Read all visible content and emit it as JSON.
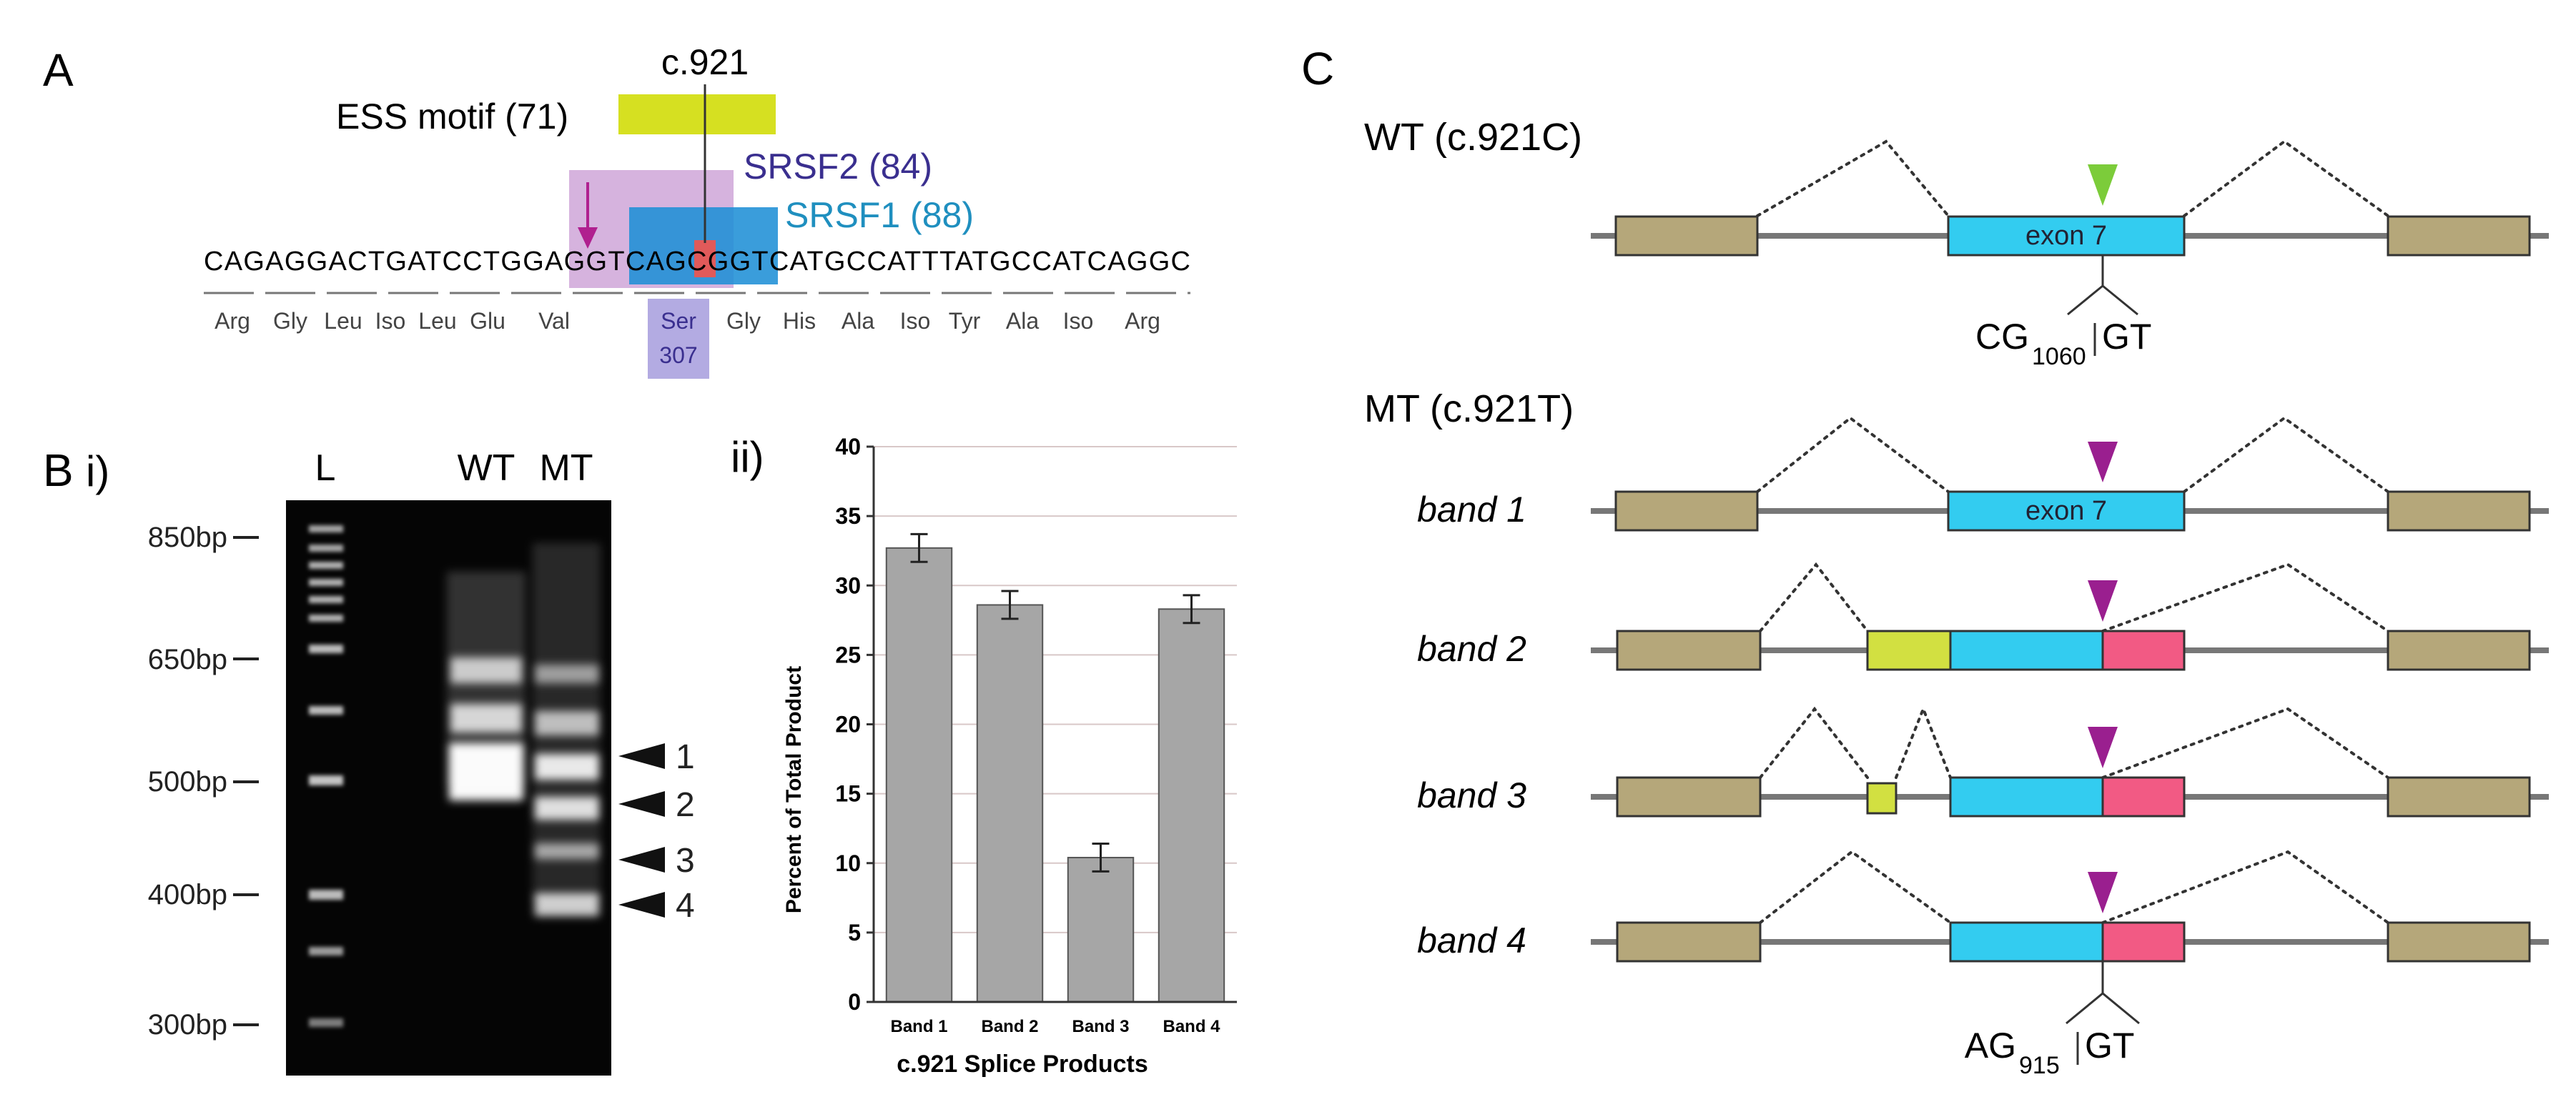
{
  "panel_a": {
    "label": "A",
    "position_label": "c.921",
    "ess_label": "ESS motif (71)",
    "srsf2_label": "SRSF2 (84)",
    "srsf1_label": "SRSF1 (88)",
    "sequence": "CAGAGGACTGATCCTGGAGGTCAGCGGTCATGCCATTTATGCCATCAGGC",
    "amino_acids": [
      "Arg",
      "Gly",
      "Leu",
      "Iso",
      "Leu",
      "Glu",
      "Val",
      "Ser",
      "Gly",
      "His",
      "Ala",
      "Iso",
      "Tyr",
      "Ala",
      "Iso",
      "Arg"
    ],
    "highlight_residue": "Ser",
    "highlight_number": "307",
    "colors": {
      "ess": "#d6e021",
      "srsf2": "#cfa6d8",
      "srsf1": "#1f8fd6",
      "mutation": "#e05a5a",
      "ser_box": "#9a8fd8",
      "arrow": "#b0208f",
      "srsf2_text": "#3a2f8f",
      "srsf1_text": "#1f8fbf"
    }
  },
  "panel_b": {
    "label": "B",
    "sub_i": "i)",
    "sub_ii": "ii)",
    "lanes": [
      "L",
      "WT",
      "MT"
    ],
    "ladder": [
      "850bp",
      "650bp",
      "500bp",
      "400bp",
      "300bp"
    ],
    "band_markers": [
      "1",
      "2",
      "3",
      "4"
    ]
  },
  "chart_data": {
    "type": "bar",
    "categories": [
      "Band 1",
      "Band 2",
      "Band 3",
      "Band 4"
    ],
    "values": [
      32.7,
      28.6,
      10.4,
      28.3
    ],
    "errors": [
      1.0,
      1.0,
      1.0,
      1.0
    ],
    "ylabel": "Percent of Total Product",
    "xlabel": "c.921 Splice Products",
    "ylim": [
      0,
      40
    ],
    "yticks": [
      0,
      5,
      10,
      15,
      20,
      25,
      30,
      35,
      40
    ],
    "grid": true,
    "bar_color": "#a6a6a6"
  },
  "panel_c": {
    "label": "C",
    "wt_title": "WT (c.921C)",
    "mt_title": "MT (c.921T)",
    "exon_label": "exon 7",
    "wt_site_main": "CG",
    "wt_site_sub": "1060",
    "wt_site_end": "GT",
    "mt_site_main": "AG",
    "mt_site_sub": "915",
    "mt_site_end": "GT",
    "rows": [
      {
        "label": "band 1"
      },
      {
        "label": "band 2"
      },
      {
        "label": "band 3"
      },
      {
        "label": "band 4"
      }
    ],
    "colors": {
      "flank": "#b5a77a",
      "exon": "#33ccf0",
      "pink": "#f25a84",
      "cryptic": "#d2e041",
      "wt_arrow": "#7ccc3a",
      "mt_arrow": "#9a1f8f",
      "line": "#777777"
    }
  }
}
